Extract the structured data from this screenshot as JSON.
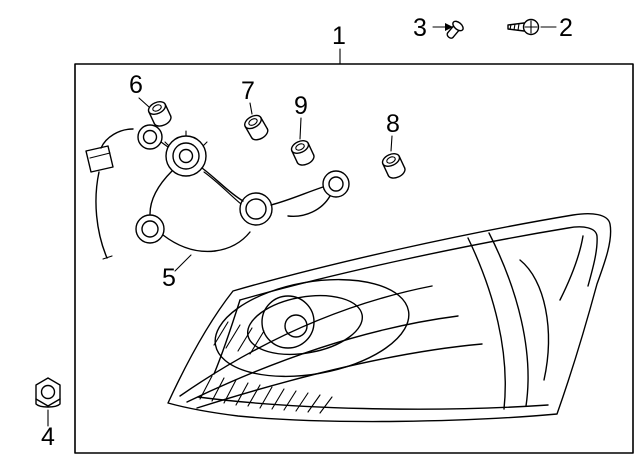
{
  "diagram": {
    "background": "#ffffff",
    "line_color": "#000000",
    "callouts": [
      {
        "num": "1",
        "part": "tail-lamp-assembly"
      },
      {
        "num": "2",
        "part": "screw"
      },
      {
        "num": "3",
        "part": "rivet-clip"
      },
      {
        "num": "4",
        "part": "nut"
      },
      {
        "num": "5",
        "part": "wiring-harness"
      },
      {
        "num": "6",
        "part": "bulb-socket"
      },
      {
        "num": "7",
        "part": "bulb"
      },
      {
        "num": "8",
        "part": "bulb"
      },
      {
        "num": "9",
        "part": "bulb"
      }
    ]
  }
}
